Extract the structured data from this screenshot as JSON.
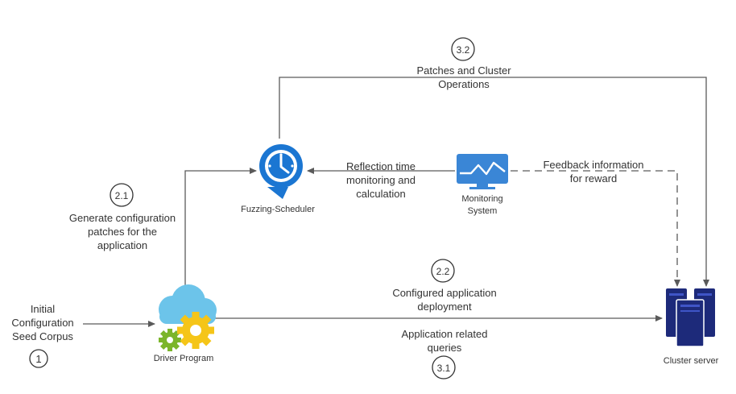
{
  "steps": {
    "s1": "1",
    "s21": "2.1",
    "s22": "2.2",
    "s31": "3.1",
    "s32": "3.2"
  },
  "labels": {
    "initial": [
      "Initial",
      "Configuration",
      "Seed Corpus"
    ],
    "generate": [
      "Generate configuration",
      "patches for the",
      "application"
    ],
    "patches_ops": [
      "Patches and Cluster",
      "Operations"
    ],
    "reflection": [
      "Reflection time",
      "monitoring and",
      "calculation"
    ],
    "feedback": [
      "Feedback information",
      "for reward"
    ],
    "configured": [
      "Configured application",
      "deployment"
    ],
    "queries": [
      "Application related",
      "queries"
    ]
  },
  "nodes": {
    "scheduler": "Fuzzing-Scheduler",
    "monitoring": [
      "Monitoring",
      "System"
    ],
    "driver": "Driver Program",
    "cluster": "Cluster server"
  },
  "colors": {
    "line": "#5a5a5a",
    "scheduler_blue": "#1b76d2",
    "monitor_blue": "#3a86d6",
    "cloud_blue": "#6cc4ea",
    "gear_yellow": "#f5c518",
    "gear_green": "#7bb52a",
    "server_navy": "#1d2a7a"
  },
  "icons": {
    "scheduler": "clock-refresh-icon",
    "monitoring": "monitor-graph-icon",
    "driver": "cloud-gears-icon",
    "cluster": "server-rack-icon"
  }
}
